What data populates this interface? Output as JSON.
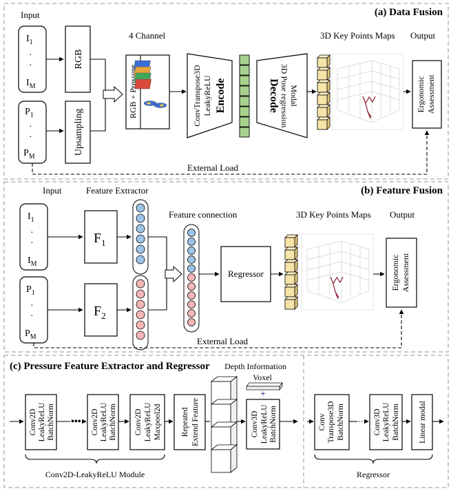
{
  "panel_a": {
    "title": "(a) Data Fusion",
    "input_label": "Input",
    "i_top": "I",
    "i_top_sub": "1",
    "i_bot": "I",
    "i_bot_sub": "M",
    "p_top": "P",
    "p_top_sub": "1",
    "p_bot": "P",
    "p_bot_sub": "M",
    "rgb": "RGB",
    "upsampling": "Upsampling",
    "four_channel": "4 Channel",
    "rgb_pressure": "RGB + Pressure",
    "encoder_line1": "ConvTranspose3D",
    "encoder_line2": "LeakyReLU",
    "encode": "Encode",
    "decode": "Decode",
    "decoder_line1": "3D Pose regression",
    "decoder_line2": "Modal",
    "maps_label": "3D Key Points Maps",
    "output_label": "Output",
    "assessment_line1": "Ergonomic",
    "assessment_line2": "Assessment",
    "external_load": "External Load"
  },
  "panel_b": {
    "title": "(b) Feature Fusion",
    "input_label": "Input",
    "feature_extractor": "Feature Extractor",
    "i_top": "I",
    "i_top_sub": "1",
    "i_bot": "I",
    "i_bot_sub": "M",
    "p_top": "P",
    "p_top_sub": "1",
    "p_bot": "P",
    "p_bot_sub": "M",
    "f1": "F",
    "f1_sub": "1",
    "f2": "F",
    "f2_sub": "2",
    "feature_connection": "Feature connection",
    "regressor": "Regressor",
    "maps_label": "3D Key Points Maps",
    "output_label": "Output",
    "assessment_line1": "Ergonomic",
    "assessment_line2": "Assessment",
    "external_load": "External Load"
  },
  "panel_c": {
    "title": "(c) Pressure Feature Extractor and Regressor",
    "depth_info": "Depth Information",
    "voxel": "Voxel",
    "plus": "+",
    "conv_block": [
      "Conv2D",
      "LeakyReLU",
      "BatchNorm"
    ],
    "pool_block": [
      "Conv2D",
      "LeakyReLU",
      "Maxpool2d"
    ],
    "repeat_block": [
      "Repeated",
      "Extend Feature"
    ],
    "conv3d_block": [
      "Conv3D",
      "LeakyReLU",
      "BatchNorm"
    ],
    "module_label": "Conv2D-LeakyReLU Module",
    "transpose_block": [
      "Conv",
      "Transpose3D",
      "BatchNorm"
    ],
    "conv3d_block_r": [
      "Conv3D",
      "LeakyReLU",
      "BatchNorm"
    ],
    "linear_modal": "Linear modal",
    "regressor_label": "Regressor"
  }
}
